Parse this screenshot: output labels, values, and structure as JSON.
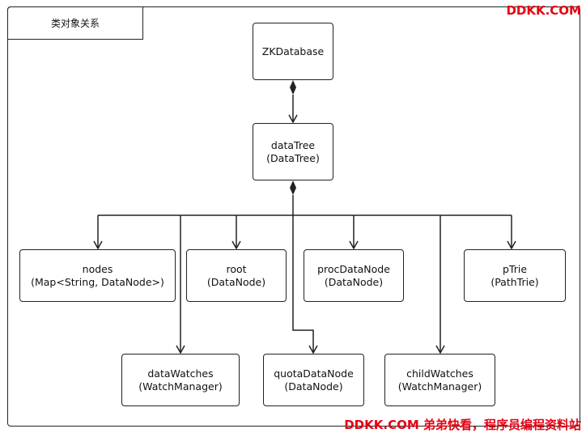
{
  "frame": {
    "label": "类对象关系"
  },
  "nodes": {
    "zkdatabase": {
      "name": "ZKDatabase",
      "type": ""
    },
    "datatree": {
      "name": "dataTree",
      "type": "(DataTree)"
    },
    "nodes": {
      "name": "nodes",
      "type": "(Map<String, DataNode>)"
    },
    "root": {
      "name": "root",
      "type": "(DataNode)"
    },
    "procdatanode": {
      "name": "procDataNode",
      "type": "(DataNode)"
    },
    "ptrie": {
      "name": "pTrie",
      "type": "(PathTrie)"
    },
    "datawatches": {
      "name": "dataWatches",
      "type": "(WatchManager)"
    },
    "quotadatanode": {
      "name": "quotaDataNode",
      "type": "(DataNode)"
    },
    "childwatches": {
      "name": "childWatches",
      "type": "(WatchManager)"
    }
  },
  "edges": [
    {
      "from": "zkdatabase",
      "to": "datatree",
      "kind": "composition"
    },
    {
      "from": "datatree",
      "to": "nodes",
      "kind": "composition"
    },
    {
      "from": "datatree",
      "to": "root",
      "kind": "composition"
    },
    {
      "from": "datatree",
      "to": "procdatanode",
      "kind": "composition"
    },
    {
      "from": "datatree",
      "to": "ptrie",
      "kind": "composition"
    },
    {
      "from": "datatree",
      "to": "datawatches",
      "kind": "composition"
    },
    {
      "from": "datatree",
      "to": "quotadatanode",
      "kind": "composition"
    },
    {
      "from": "datatree",
      "to": "childwatches",
      "kind": "composition"
    }
  ],
  "watermark": {
    "top": "DDKK.COM",
    "bottom": "DDKK.COM 弟弟快看，程序员编程资料站",
    "color": "#e60012"
  }
}
